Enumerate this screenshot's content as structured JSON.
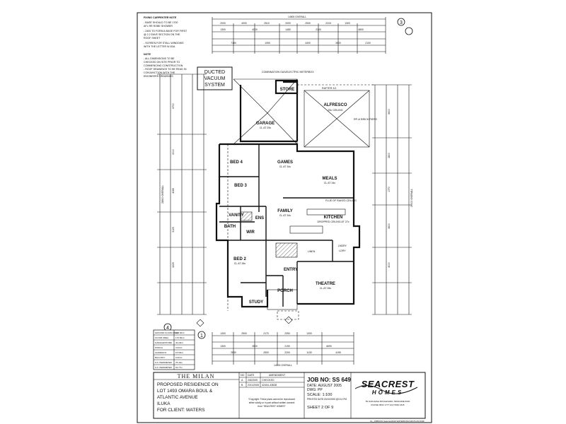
{
  "notes": {
    "fixing_heading": "FIXING CARPENTER NOTE",
    "fixing_lines": [
      "- BASE SHOULD TO BE 1700",
      "AFL RR ROBE SHOWER",
      "- 2400 TO FORM A BASE FOR FIRST",
      "@ 2.2 EAVE SECTION ON THE",
      "ROOF SHEET",
      "- SCREEN FOR STALL WINDOWS",
      "WITH THE LETTER W 4DA"
    ],
    "note_heading": "NOTE",
    "note_lines": [
      "- ALL DIMENSIONS TO BE",
      "CHECKED ON SITE PRIOR TO",
      "COMMENCING CONSTRUCTION",
      "- ROOF DRAWINGS TO BE READ IN",
      "CONJUNCTION WITH THE",
      "ENGINEERS DRAWINGS"
    ],
    "ducted_box": [
      "DUCTED",
      "VACUUM",
      "SYSTEM"
    ]
  },
  "rooms": {
    "store": "STORE",
    "garage": "GARAGE",
    "alfresco": "ALFRESCO",
    "bed4": "BED 4",
    "bed3": "BED 3",
    "games": "GAMES",
    "meals": "MEALS",
    "vanity": "VANITY",
    "ens": "ENS",
    "bath": "BATH",
    "family": "FAMILY",
    "kitchen": "KITCHEN",
    "wir": "WIR",
    "bed2": "BED 2",
    "entry": "ENTRY",
    "porch": "PORCH",
    "theatre": "THEATRE",
    "study": "STUDY",
    "linen": "LINEN",
    "lndry": "LNDRY",
    "ldry": "LDRY"
  },
  "room_notes": {
    "garage_ceiling": "CL AT 29c",
    "alfresco_ceiling": "25c CEILING",
    "games_ceiling": "CL AT 34c",
    "meals_ceiling": "CL AT 34c",
    "family_ceiling": "CL AT 34c",
    "kitchen_ceiling": "DROPPED CEILING AT 27c",
    "bed2_ceiling": "CL AT 28c",
    "theatre_ceiling": "CL AT 28c",
    "combination": "COMBINATION GAS/ELECTRIC METERBOX",
    "brick_pier": "RP-4/ BRICK PIERS",
    "flue": "FLUE OF RAKED CEILING",
    "rafter": "RAFTER 3/1"
  },
  "dimensions": {
    "top_overall": "14500 OVERALL",
    "bottom_overall": "14500 OVERALL",
    "top_row1": [
      "2000",
      "4000",
      "2510",
      "2000",
      "2530",
      "2215",
      "1300"
    ],
    "top_row2": [
      "1300",
      "4000",
      "1480",
      "2100",
      "4800"
    ],
    "top_row3": [
      "7180",
      "1050",
      "4400",
      "2600",
      "2100"
    ],
    "bottom_row1": [
      "1300",
      "2500",
      "2170",
      "2390",
      "1300"
    ],
    "bottom_row2": [
      "1300",
      "2800",
      "2190",
      "6690"
    ],
    "bottom_row3": [
      "2830",
      "2500",
      "2200",
      "1130",
      "4195"
    ],
    "left_vertical": [
      "6700",
      "2010",
      "4085",
      "3125",
      "3225",
      "28900 OVERALL"
    ],
    "right_vertical": [
      "6600",
      "2800",
      "1770",
      "3600",
      "4000",
      "20000 OVERALL"
    ]
  },
  "markers": {
    "top_right": "3",
    "left": "4",
    "bottom": "1"
  },
  "areas_table": {
    "rows": [
      [
        "GROUND FLOOR AREA",
        "226.40m²"
      ],
      [
        "FLOOR AREA",
        "176.84m²"
      ],
      [
        "GARAGE/STORE",
        "43.20m²"
      ],
      [
        "PORCH",
        "3.03m²"
      ],
      [
        "ALFRESCO",
        "15.50m²"
      ],
      [
        "BALCONY",
        "0.00m²"
      ],
      [
        "G.F. PERIMETER",
        "75.44m"
      ],
      [
        "G.F. PERIMETER",
        "63.77m"
      ]
    ]
  },
  "title_block": {
    "design": "THE MILAN",
    "description_lines": [
      "PROPOSED RESIDENCE ON",
      "LOT 1493 OMARA BOUL &",
      "ATLANTIC AVENUE",
      "ILUKA",
      "FOR CLIENT: WATERS"
    ],
    "revision_headers": [
      "NO",
      "DATE",
      "AMENDMENT"
    ],
    "revision_rows": [
      [
        "A",
        "2/8/2005",
        "CHECKED"
      ],
      [
        "B",
        "23/1/2005",
        "42404-43638"
      ]
    ],
    "copyright_lines": [
      "*Copyright: These plans cannot be reproduced",
      "either wholly or in part without written consent",
      "from \"SEACREST HOMES\""
    ],
    "job_no": "JOB NO: SS 649",
    "date": "DATE: AUGUST 2005",
    "dwg": "DWG: PP",
    "scale": "SCALE: 1:100",
    "printed": "PRINTED DATE:03/10/2005 @3:14 PM",
    "sheet": "SHEET 2 OF 9",
    "brand_top": "SEACREST",
    "brand_bottom": "HOMES",
    "address_line": "59 OAKLEIGH BOULEVARD, MINDARIE 6030",
    "phone_line": "PHONE 9562 1777   FAX 9562 1815",
    "file_path": "CL_JOBS\\SS Seacrest\\649 WATERS\\SS 649 PLAN.DWF"
  }
}
